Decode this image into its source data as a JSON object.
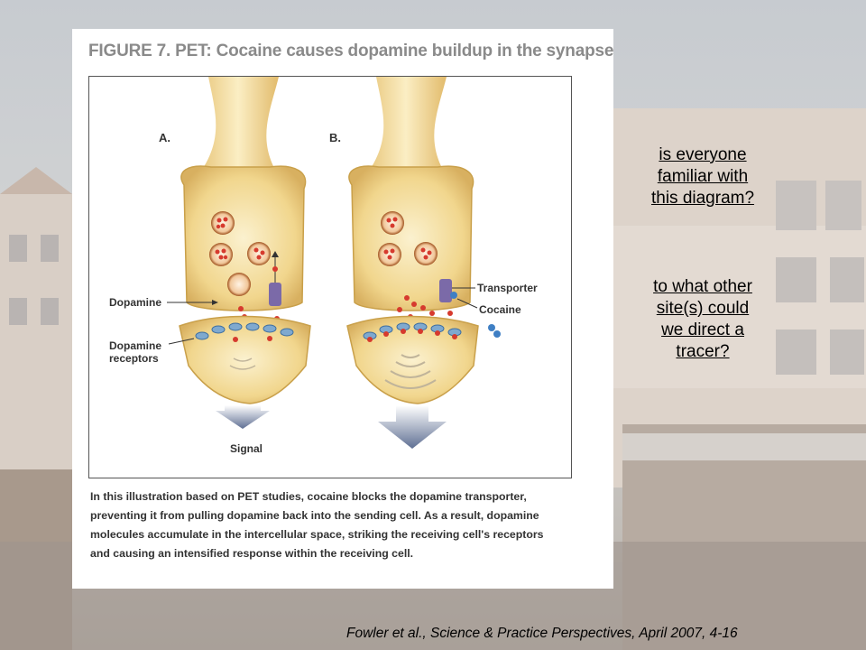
{
  "figure": {
    "title": "FIGURE 7. PET: Cocaine causes dopamine buildup in the synapse",
    "panel_a_label": "A.",
    "panel_b_label": "B.",
    "labels": {
      "dopamine": "Dopamine",
      "dopamine_receptors_line1": "Dopamine",
      "dopamine_receptors_line2": "receptors",
      "transporter": "Transporter",
      "cocaine": "Cocaine",
      "signal": "Signal"
    },
    "caption_lines": [
      "In this illustration based on PET studies, cocaine blocks the dopamine transporter,",
      "preventing it from pulling dopamine back into the sending cell. As a result, dopamine",
      "molecules accumulate in the intercellular space, striking the receiving cell's receptors",
      "and causing an intensified response within the receiving cell."
    ]
  },
  "notes": {
    "question1_lines": [
      "is everyone",
      "familiar with",
      "this diagram?"
    ],
    "question2_lines": [
      "to what other",
      "site(s) could",
      "we direct a",
      "tracer?"
    ]
  },
  "citation": "Fowler et al., Science & Practice Perspectives, April 2007, 4-16",
  "colors": {
    "background_sky": "#c9cdd1",
    "neuron_fill": "#f3dc9b",
    "neuron_edge": "#c9a04a",
    "dopamine": "#d63a2e",
    "cocaine": "#3f7fc4",
    "transporter": "#7b6aa8",
    "receptor": "#7fa9cf",
    "arrow": "#6f7f9f"
  }
}
